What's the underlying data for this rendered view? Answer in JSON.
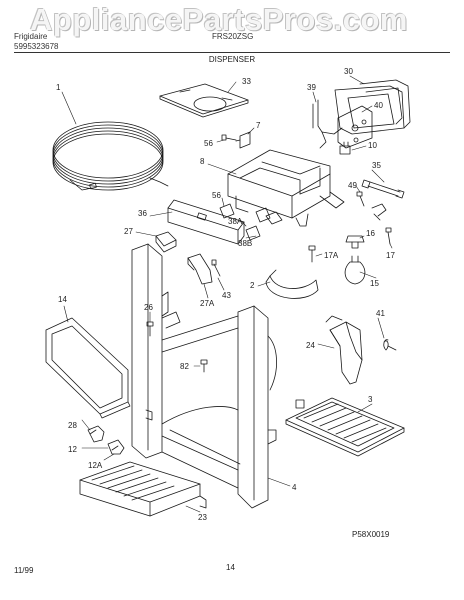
{
  "watermark": "AppliancePartsPros.com",
  "header": {
    "left_line1": "Frigidaire",
    "left_line2": "5995323678",
    "model": "FRS20ZSG",
    "section": "DISPENSER"
  },
  "callouts": [
    {
      "id": "c1",
      "label": "1"
    },
    {
      "id": "c33",
      "label": "33"
    },
    {
      "id": "c30",
      "label": "30"
    },
    {
      "id": "c39",
      "label": "39"
    },
    {
      "id": "c40",
      "label": "40"
    },
    {
      "id": "c7",
      "label": "7"
    },
    {
      "id": "c56a",
      "label": "56"
    },
    {
      "id": "c10",
      "label": "10"
    },
    {
      "id": "c8",
      "label": "8"
    },
    {
      "id": "c35",
      "label": "35"
    },
    {
      "id": "c49",
      "label": "49"
    },
    {
      "id": "c56b",
      "label": "56"
    },
    {
      "id": "c36",
      "label": "36"
    },
    {
      "id": "c38A",
      "label": "38A"
    },
    {
      "id": "c27",
      "label": "27"
    },
    {
      "id": "c38B",
      "label": "38B"
    },
    {
      "id": "c16",
      "label": "16"
    },
    {
      "id": "c17A",
      "label": "17A"
    },
    {
      "id": "c17",
      "label": "17"
    },
    {
      "id": "c14",
      "label": "14"
    },
    {
      "id": "c2",
      "label": "2"
    },
    {
      "id": "c15",
      "label": "15"
    },
    {
      "id": "c43",
      "label": "43"
    },
    {
      "id": "c27A",
      "label": "27A"
    },
    {
      "id": "c26",
      "label": "26"
    },
    {
      "id": "c41",
      "label": "41"
    },
    {
      "id": "c24",
      "label": "24"
    },
    {
      "id": "c82",
      "label": "82"
    },
    {
      "id": "c3",
      "label": "3"
    },
    {
      "id": "c28",
      "label": "28"
    },
    {
      "id": "c12",
      "label": "12"
    },
    {
      "id": "c12A",
      "label": "12A"
    },
    {
      "id": "c4",
      "label": "4"
    },
    {
      "id": "c23",
      "label": "23"
    }
  ],
  "footer": {
    "code": "P58X0019",
    "date": "11/99",
    "page": "14"
  }
}
